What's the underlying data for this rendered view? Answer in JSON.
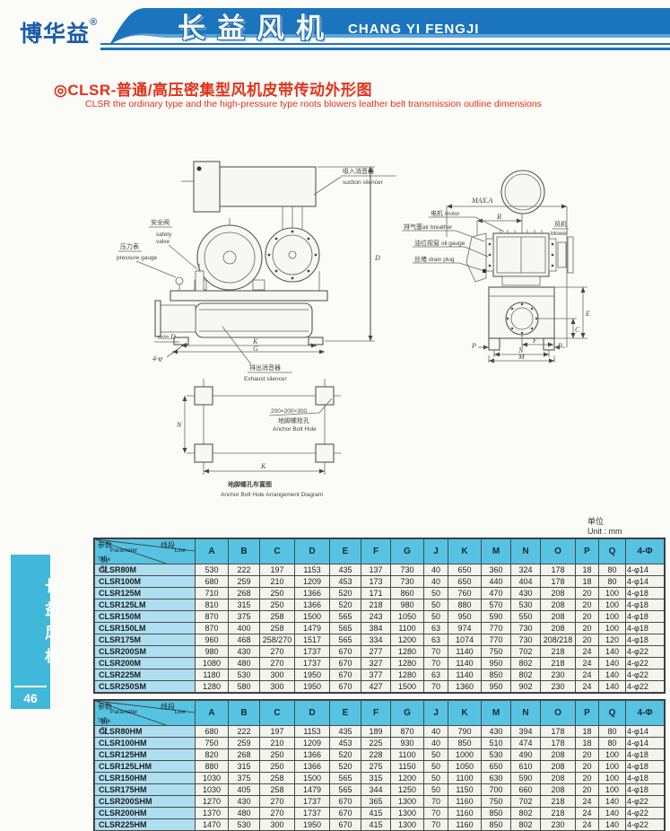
{
  "header": {
    "logo": "博华益",
    "reg": "®",
    "brand_cn": "长益风机",
    "brand_en": "CHANG YI FENGJI",
    "banner_blue": "#1b74be"
  },
  "title": {
    "bullet": "◎",
    "cn": "CLSR-普通/高压密集型风机皮带传动外形图",
    "en": "CLSR the ordinary type and the high-pressure type roots blowers leather belt transmission outline dimensions",
    "accent_red": "#e23218"
  },
  "diagram": {
    "front": {
      "suction_cn": "吸入消音器",
      "suction_en": "suction silencer",
      "safety_cn": "安全阀",
      "safety_en1": "safety",
      "safety_en2": "valve",
      "gauge_cn": "压力表",
      "gauge_en": "pressure gauge",
      "exhaust_cn": "排出消音器",
      "exhaust_en": "Exhaust silencer",
      "min_d": "min.D",
      "holes": "4-φ",
      "d": "D",
      "k": "K",
      "g": "G"
    },
    "side": {
      "max_a": "MAX.A",
      "b": "B",
      "motor_cn": "电机",
      "motor_en": "motor",
      "breather_cn": "排气塞",
      "breather_en": "air breather",
      "oil_cn": "油位视窗",
      "oil_en": "oil gauge",
      "drain_cn": "丝堵",
      "drain_en": "drain plug",
      "blower_cn": "风机",
      "blower_en": "blower",
      "e": "E",
      "c": "C",
      "f": "F",
      "n": "N",
      "m": "M",
      "p": "P"
    },
    "anchor": {
      "hole_size": "200×200×300",
      "hole_cn": "地脚螺栓孔",
      "hole_en": "Anchor Bolt Hole",
      "n": "N",
      "k": "K",
      "caption_cn": "地脚螺孔布置图",
      "caption_en": "Anchor Bolt Hole Arrangement Diagram"
    }
  },
  "unit": {
    "cn": "单位",
    "en": "Unit : mm"
  },
  "corner": {
    "param_cn": "参数",
    "param_en": "Parameter",
    "line_cn": "线段",
    "line_en": "Line",
    "model_cn": "机型",
    "model_en": "Type"
  },
  "columns": [
    "A",
    "B",
    "C",
    "D",
    "E",
    "F",
    "G",
    "J",
    "K",
    "M",
    "N",
    "O",
    "P",
    "Q",
    "4-Φ"
  ],
  "table_ordinary": {
    "rows": [
      {
        "model": "CLSR80M",
        "values": [
          "530",
          "222",
          "197",
          "1153",
          "435",
          "137",
          "730",
          "40",
          "650",
          "360",
          "324",
          "178",
          "18",
          "80",
          "4-φ14"
        ]
      },
      {
        "model": "CLSR100M",
        "values": [
          "680",
          "259",
          "210",
          "1209",
          "453",
          "173",
          "730",
          "40",
          "650",
          "440",
          "404",
          "178",
          "18",
          "80",
          "4-φ14"
        ]
      },
      {
        "model": "CLSR125M",
        "values": [
          "710",
          "268",
          "250",
          "1366",
          "520",
          "171",
          "860",
          "50",
          "760",
          "470",
          "430",
          "208",
          "20",
          "100",
          "4-φ18"
        ]
      },
      {
        "model": "CLSR125LM",
        "values": [
          "810",
          "315",
          "250",
          "1366",
          "520",
          "218",
          "980",
          "50",
          "880",
          "570",
          "530",
          "208",
          "20",
          "100",
          "4-φ18"
        ]
      },
      {
        "model": "CLSR150M",
        "values": [
          "870",
          "375",
          "258",
          "1500",
          "565",
          "243",
          "1050",
          "50",
          "950",
          "590",
          "550",
          "208",
          "20",
          "100",
          "4-φ18"
        ]
      },
      {
        "model": "CLSR150LM",
        "values": [
          "870",
          "400",
          "258",
          "1479",
          "565",
          "384",
          "1100",
          "63",
          "974",
          "770",
          "730",
          "208",
          "20",
          "100",
          "4-φ18"
        ]
      },
      {
        "model": "CLSR175M",
        "values": [
          "960",
          "468",
          "258/270",
          "1517",
          "565",
          "334",
          "1200",
          "63",
          "1074",
          "770",
          "730",
          "208/218",
          "20",
          "120",
          "4-φ18"
        ]
      },
      {
        "model": "CLSR200SM",
        "values": [
          "980",
          "430",
          "270",
          "1737",
          "670",
          "277",
          "1280",
          "70",
          "1140",
          "750",
          "702",
          "218",
          "24",
          "140",
          "4-φ22"
        ]
      },
      {
        "model": "CLSR200M",
        "values": [
          "1080",
          "480",
          "270",
          "1737",
          "670",
          "327",
          "1280",
          "70",
          "1140",
          "950",
          "802",
          "218",
          "24",
          "140",
          "4-φ22"
        ]
      },
      {
        "model": "CLSR225M",
        "values": [
          "1180",
          "530",
          "300",
          "1950",
          "670",
          "377",
          "1280",
          "63",
          "1140",
          "850",
          "802",
          "230",
          "24",
          "140",
          "4-φ22"
        ]
      },
      {
        "model": "CLSR250SM",
        "values": [
          "1280",
          "580",
          "300",
          "1950",
          "670",
          "427",
          "1500",
          "70",
          "1360",
          "950",
          "902",
          "230",
          "24",
          "140",
          "4-φ22"
        ]
      }
    ]
  },
  "table_high_pressure": {
    "rows": [
      {
        "model": "CLSR80HM",
        "values": [
          "680",
          "222",
          "197",
          "1153",
          "435",
          "189",
          "870",
          "40",
          "790",
          "430",
          "394",
          "178",
          "18",
          "80",
          "4-φ14"
        ]
      },
      {
        "model": "CLSR100HM",
        "values": [
          "750",
          "259",
          "210",
          "1209",
          "453",
          "225",
          "930",
          "40",
          "850",
          "510",
          "474",
          "178",
          "18",
          "80",
          "4-φ14"
        ]
      },
      {
        "model": "CLSR125HM",
        "values": [
          "820",
          "268",
          "250",
          "1366",
          "520",
          "228",
          "1100",
          "50",
          "1000",
          "530",
          "490",
          "208",
          "20",
          "100",
          "4-φ18"
        ]
      },
      {
        "model": "CLSR125LHM",
        "values": [
          "880",
          "315",
          "250",
          "1366",
          "520",
          "275",
          "1150",
          "50",
          "1050",
          "650",
          "610",
          "208",
          "20",
          "100",
          "4-φ18"
        ]
      },
      {
        "model": "CLSR150HM",
        "values": [
          "1030",
          "375",
          "258",
          "1500",
          "565",
          "315",
          "1200",
          "50",
          "1100",
          "630",
          "590",
          "208",
          "20",
          "100",
          "4-φ18"
        ]
      },
      {
        "model": "CLSR175HM",
        "values": [
          "1030",
          "405",
          "258",
          "1479",
          "565",
          "344",
          "1250",
          "50",
          "1150",
          "700",
          "660",
          "208",
          "20",
          "100",
          "4-φ18"
        ]
      },
      {
        "model": "CLSR200SHM",
        "values": [
          "1270",
          "430",
          "270",
          "1737",
          "670",
          "365",
          "1300",
          "70",
          "1160",
          "750",
          "702",
          "218",
          "24",
          "140",
          "4-φ22"
        ]
      },
      {
        "model": "CLSR200HM",
        "values": [
          "1370",
          "480",
          "270",
          "1737",
          "670",
          "415",
          "1300",
          "70",
          "1160",
          "850",
          "802",
          "218",
          "24",
          "140",
          "4-φ22"
        ]
      },
      {
        "model": "CLSR225HM",
        "values": [
          "1470",
          "530",
          "300",
          "1950",
          "670",
          "415",
          "1300",
          "70",
          "1160",
          "850",
          "802",
          "230",
          "24",
          "140",
          "4-φ22"
        ]
      }
    ]
  },
  "sidebar": {
    "text": "长益风机",
    "page": "46",
    "color": "#41b7d9"
  }
}
